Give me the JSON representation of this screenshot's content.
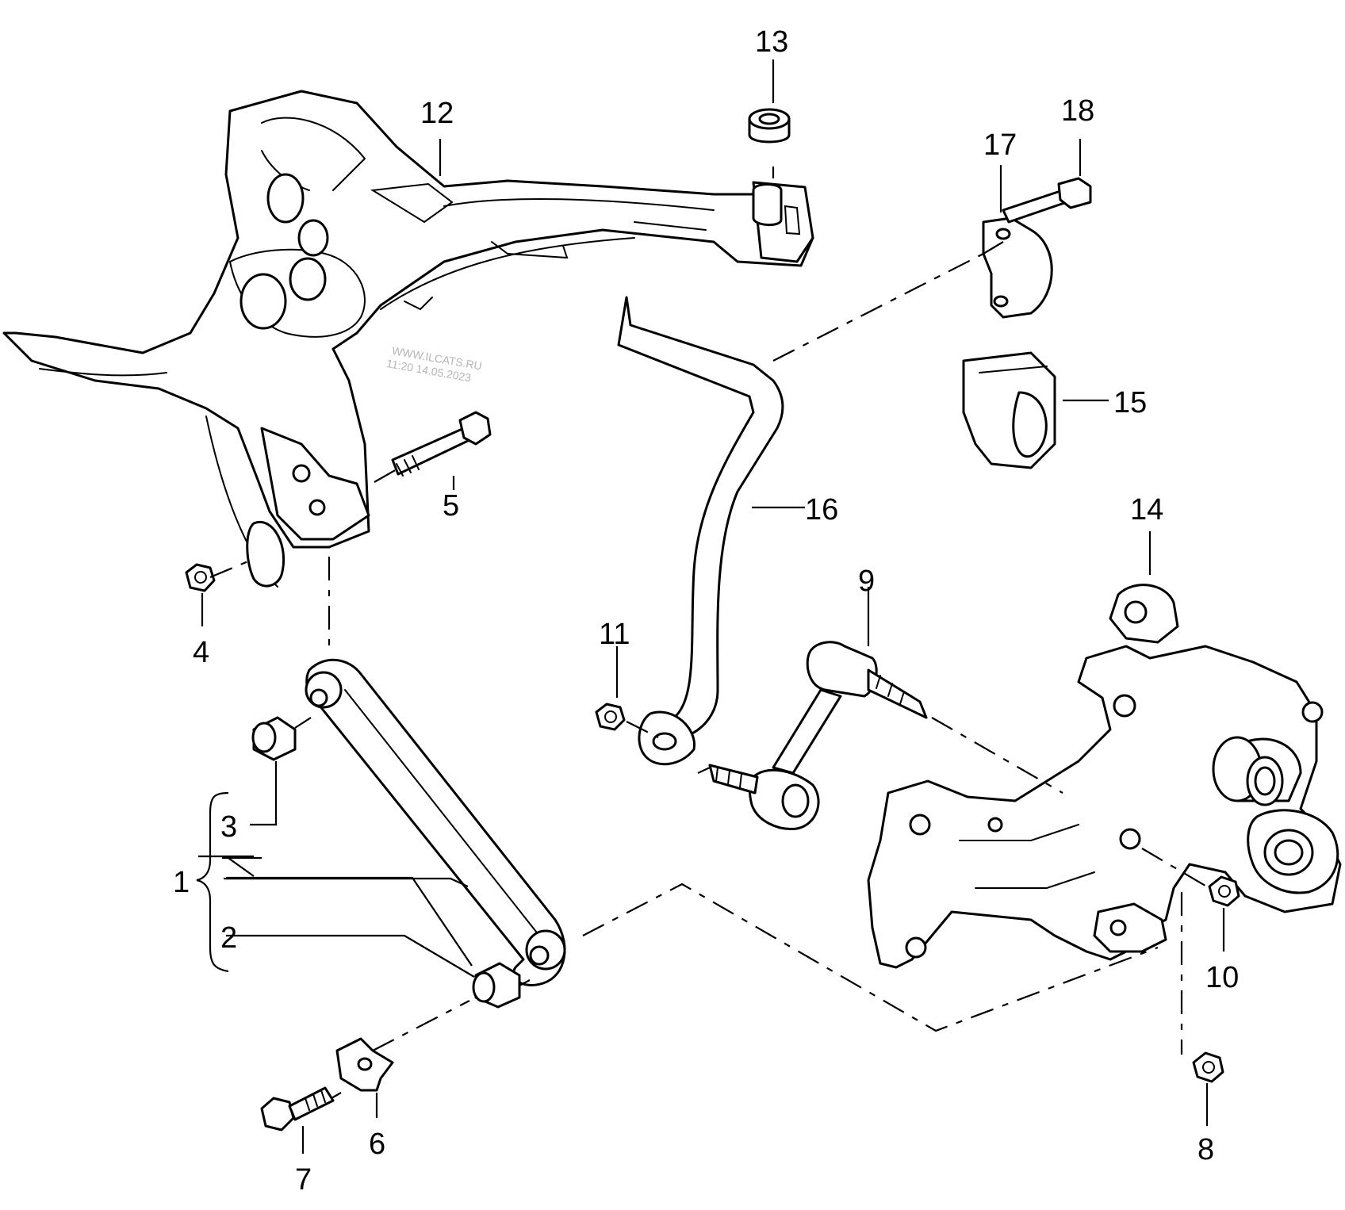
{
  "diagram": {
    "callouts": [
      "1",
      "2",
      "3",
      "4",
      "5",
      "6",
      "7",
      "8",
      "9",
      "10",
      "11",
      "12",
      "13",
      "14",
      "15",
      "16",
      "17",
      "18"
    ],
    "watermark": {
      "line1": "WWW.ILCATS.RU",
      "line2": "11:20 14.05.2023"
    }
  }
}
